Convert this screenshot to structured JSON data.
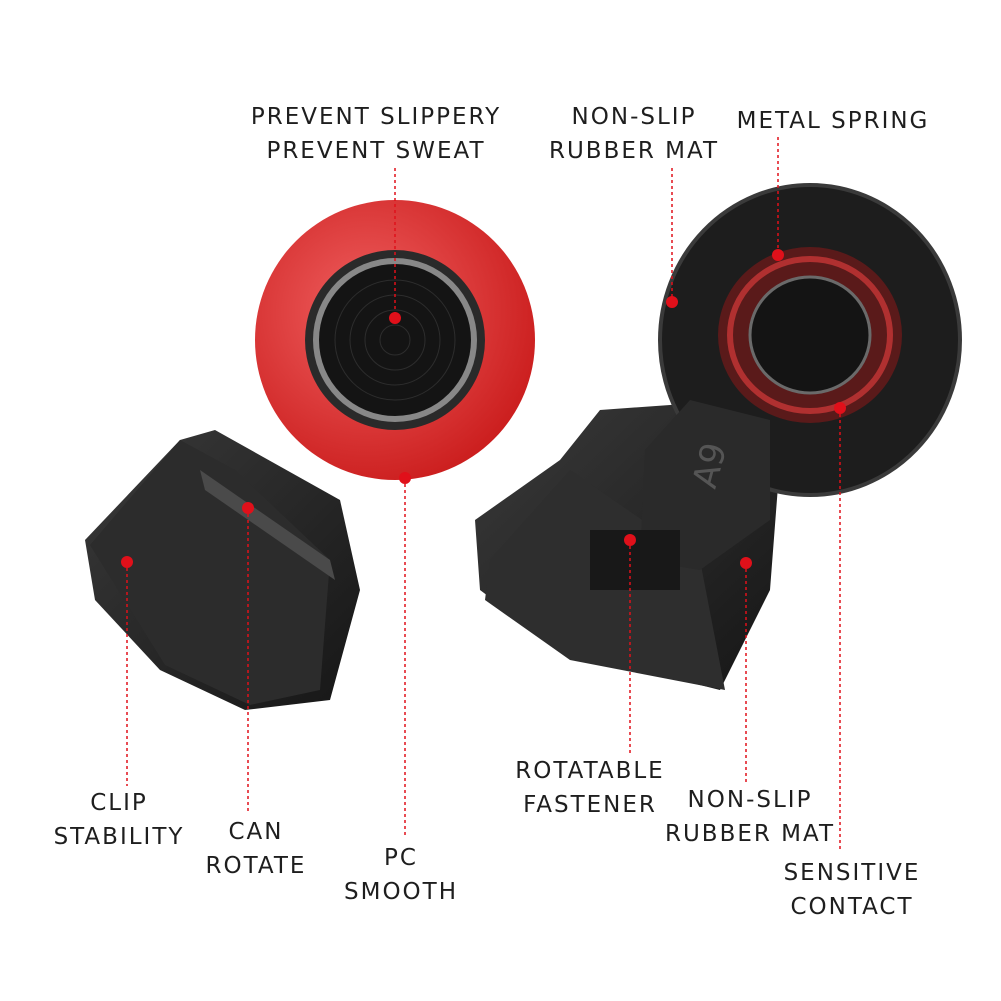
{
  "accent_color": "#e0101a",
  "callouts": {
    "prevent": {
      "line1": "PREVENT SLIPPERY",
      "line2": "PREVENT SWEAT"
    },
    "nonslip_top": {
      "line1": "NON-SLIP",
      "line2": "RUBBER MAT"
    },
    "metal_spring": {
      "line1": "METAL SPRING"
    },
    "clip": {
      "line1": "CLIP",
      "line2": "STABILITY"
    },
    "rotate": {
      "line1": "CAN",
      "line2": "ROTATE"
    },
    "pc": {
      "line1": "PC",
      "line2": "SMOOTH"
    },
    "fastener": {
      "line1": "ROTATABLE",
      "line2": "FASTENER"
    },
    "nonslip_bottom": {
      "line1": "NON-SLIP",
      "line2": "RUBBER MAT"
    },
    "sensitive": {
      "line1": "SENSITIVE",
      "line2": "CONTACT"
    }
  },
  "product_marking": "A9"
}
